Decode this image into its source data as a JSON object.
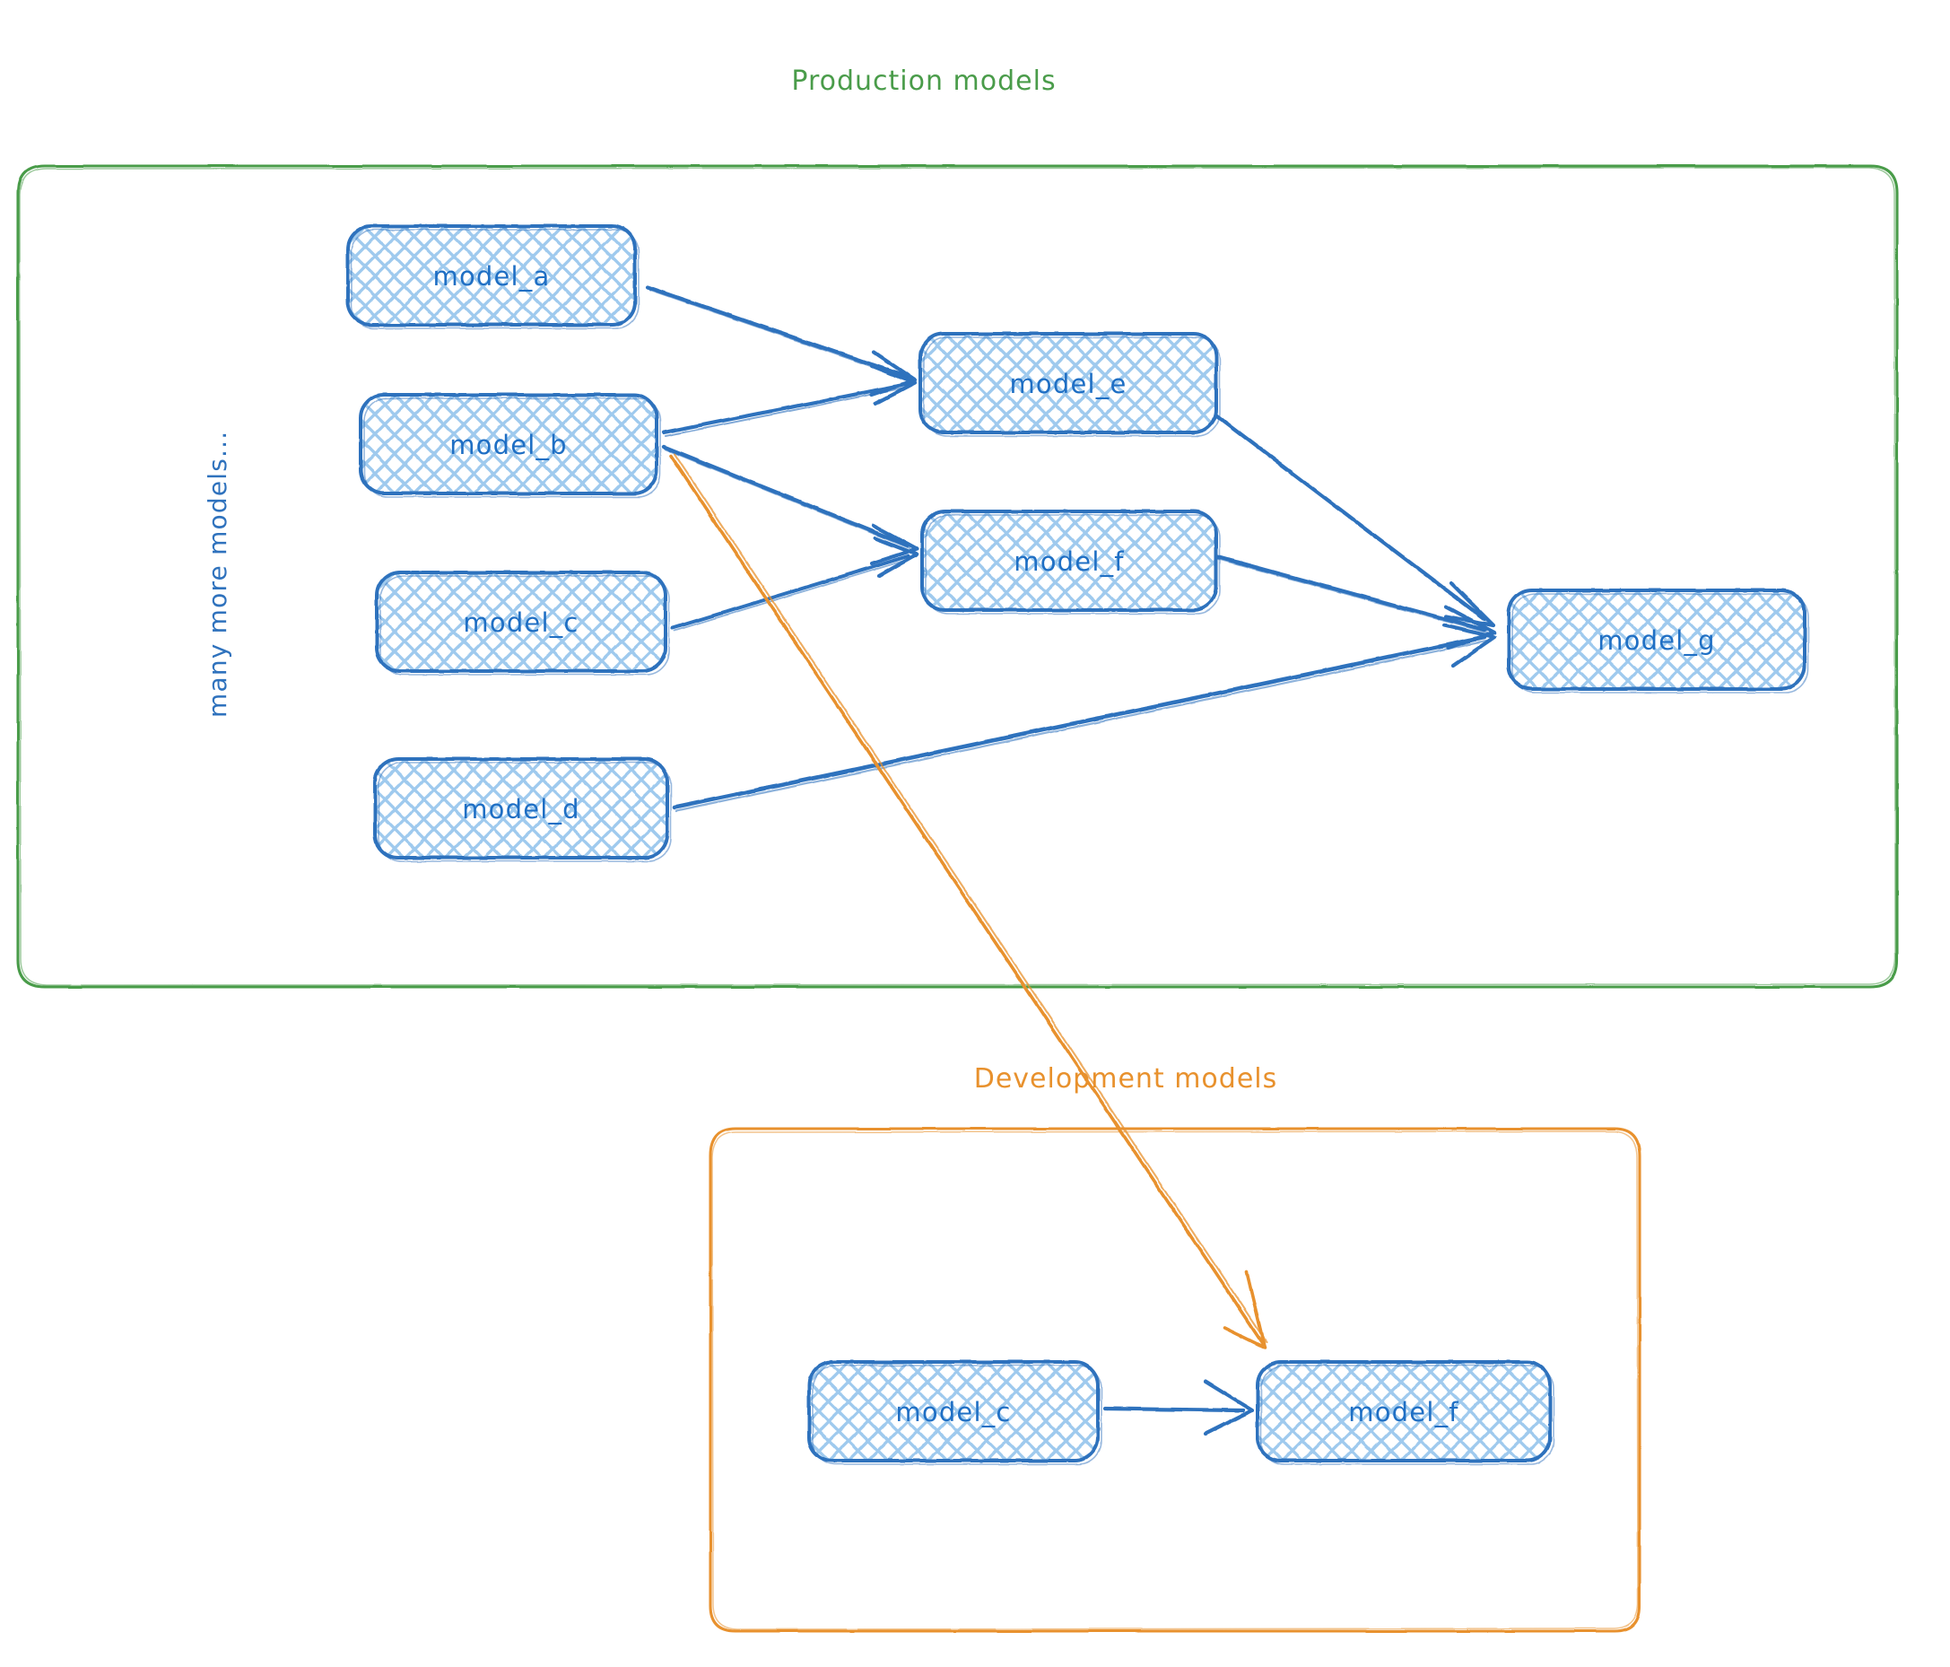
{
  "diagram": {
    "type": "dbt model lineage diagram",
    "style": "hand-drawn sketch",
    "background": "#ffffff",
    "colors": {
      "production_accent": "#4a9c4a",
      "development_accent": "#e8912d",
      "node_stroke": "#2f72bd",
      "node_fill": "#cfe4f7",
      "node_text": "#1f6fc4",
      "edge_blue": "#2f72bd",
      "edge_orange": "#e8912d"
    }
  },
  "groups": [
    {
      "id": "production",
      "title": "Production models",
      "accent": "#4a9c4a",
      "side_note": "many more models..."
    },
    {
      "id": "development",
      "title": "Development models",
      "accent": "#e8912d"
    }
  ],
  "production_nodes": [
    {
      "id": "model_a",
      "label": "model_a"
    },
    {
      "id": "model_b",
      "label": "model_b"
    },
    {
      "id": "model_c",
      "label": "model_c"
    },
    {
      "id": "model_d",
      "label": "model_d"
    },
    {
      "id": "model_e",
      "label": "model_e"
    },
    {
      "id": "model_f",
      "label": "model_f"
    },
    {
      "id": "model_g",
      "label": "model_g"
    }
  ],
  "development_nodes": [
    {
      "id": "dev_model_c",
      "label": "model_c"
    },
    {
      "id": "dev_model_f",
      "label": "model_f"
    }
  ],
  "edges": [
    {
      "from": "model_a",
      "to": "model_e",
      "color": "blue"
    },
    {
      "from": "model_b",
      "to": "model_e",
      "color": "blue"
    },
    {
      "from": "model_b",
      "to": "model_f",
      "color": "blue"
    },
    {
      "from": "model_c",
      "to": "model_f",
      "color": "blue"
    },
    {
      "from": "model_e",
      "to": "model_g",
      "color": "blue"
    },
    {
      "from": "model_f",
      "to": "model_g",
      "color": "blue"
    },
    {
      "from": "model_d",
      "to": "model_g",
      "color": "blue"
    },
    {
      "from": "model_b",
      "to": "dev_model_f",
      "color": "orange"
    },
    {
      "from": "dev_model_c",
      "to": "dev_model_f",
      "color": "blue"
    }
  ]
}
